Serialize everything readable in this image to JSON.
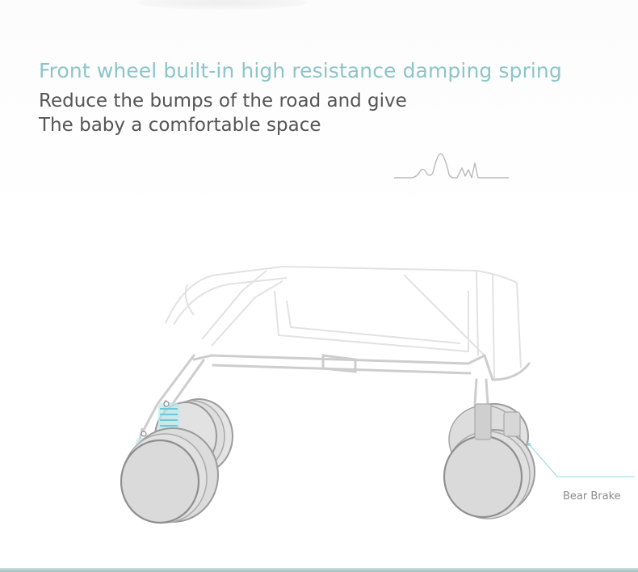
{
  "headline": "Front wheel built-in high resistance damping spring",
  "subline_1": "Reduce the bumps of the road and give",
  "subline_2": "The baby a comfortable space",
  "brake_label": "Bear Brake",
  "icons": {
    "wave": "pulse-wave-icon",
    "spring": "damping-spring-icon"
  },
  "colors": {
    "accent": "#8cc5c9",
    "text": "#555555",
    "wheel": "#dedede",
    "frame": "#cfcfcf",
    "spring_glow": "#8fd7df"
  }
}
